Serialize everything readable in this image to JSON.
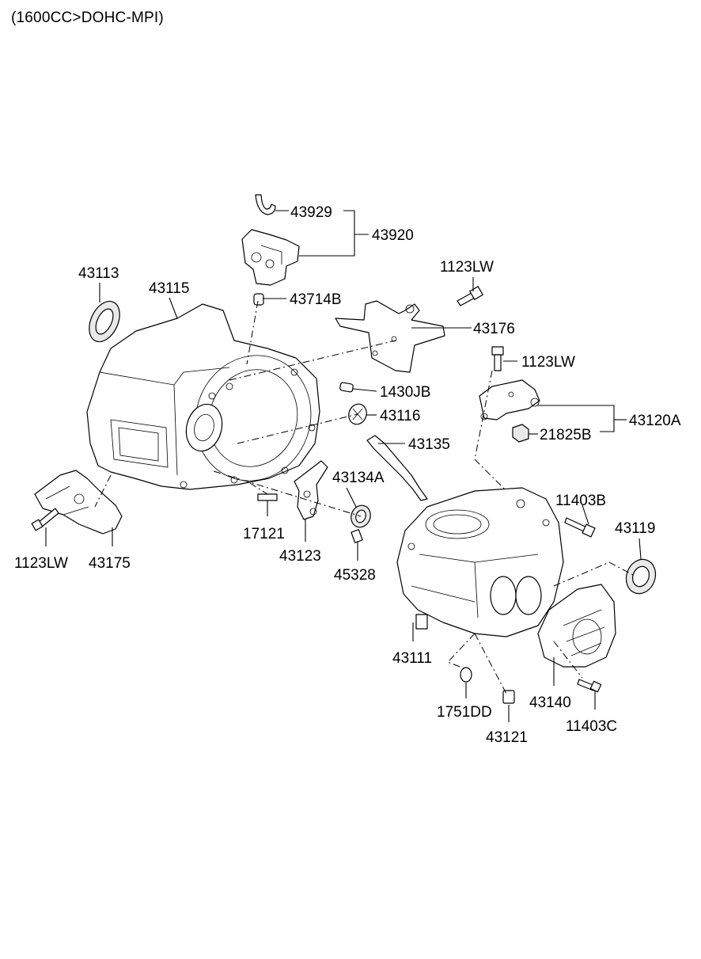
{
  "header": {
    "title": "(1600CC>DOHC-MPI)"
  },
  "parts": {
    "p43929": "43929",
    "p43920": "43920",
    "p43113": "43113",
    "p43115": "43115",
    "p43714B": "43714B",
    "p1123LW_top": "1123LW",
    "p43176": "43176",
    "p1123LW_mid": "1123LW",
    "p1430JB": "1430JB",
    "p43116": "43116",
    "p43120A": "43120A",
    "p21825B": "21825B",
    "p43135": "43135",
    "p43134A": "43134A",
    "p11403B": "11403B",
    "p43119": "43119",
    "p17121": "17121",
    "p43123": "43123",
    "p45328": "45328",
    "p1123LW_left": "1123LW",
    "p43175": "43175",
    "p43111": "43111",
    "p1751DD": "1751DD",
    "p43140": "43140",
    "p11403C": "11403C",
    "p43121": "43121"
  }
}
